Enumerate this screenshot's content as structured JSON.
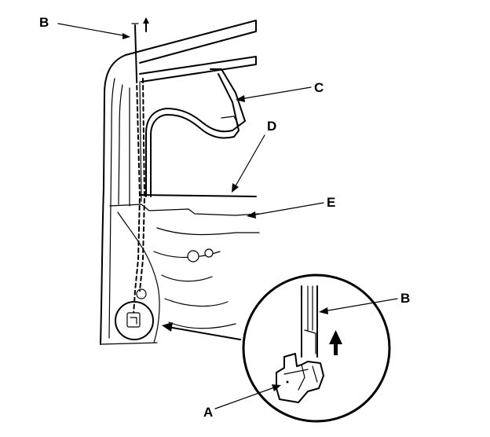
{
  "callouts": {
    "b_top": "B",
    "c": "C",
    "d": "D",
    "e": "E",
    "b_detail": "B",
    "a": "A"
  },
  "colors": {
    "ink": "#000000",
    "paper": "#ffffff"
  },
  "icons": {
    "arrow_top": "up-arrow-icon",
    "arrow_detail": "up-arrow-icon"
  }
}
